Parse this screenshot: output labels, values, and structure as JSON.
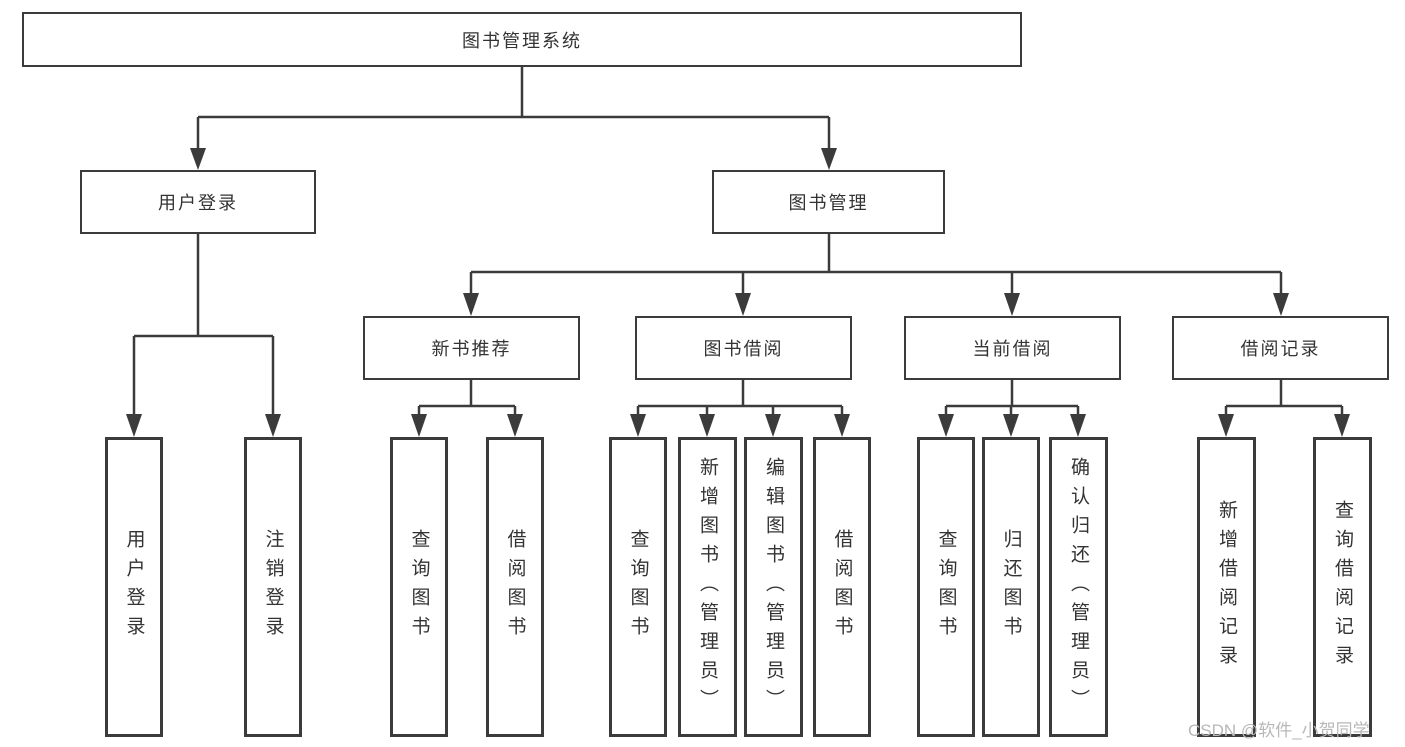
{
  "diagram": {
    "root": {
      "label": "图书管理系统"
    },
    "level2": [
      {
        "label": "用户登录"
      },
      {
        "label": "图书管理"
      }
    ],
    "level3": [
      {
        "label": "新书推荐"
      },
      {
        "label": "图书借阅"
      },
      {
        "label": "当前借阅"
      },
      {
        "label": "借阅记录"
      }
    ],
    "leaves": {
      "user_login": [
        "用户登录",
        "注销登录"
      ],
      "new_book_recommend": [
        "查询图书",
        "借阅图书"
      ],
      "book_borrow": [
        "查询图书",
        "新增图书（管理员）",
        "编辑图书（管理员）",
        "借阅图书"
      ],
      "current_borrow": [
        "查询图书",
        "归还图书",
        "确认归还（管理员）"
      ],
      "borrow_records": [
        "新增借阅记录",
        "查询借阅记录"
      ]
    },
    "watermark": "CSDN @软件_小贺同学",
    "colors": {
      "line": "#3b3b3b",
      "text": "#333333",
      "watermark": "#b8b8b8",
      "background": "#ffffff"
    }
  }
}
